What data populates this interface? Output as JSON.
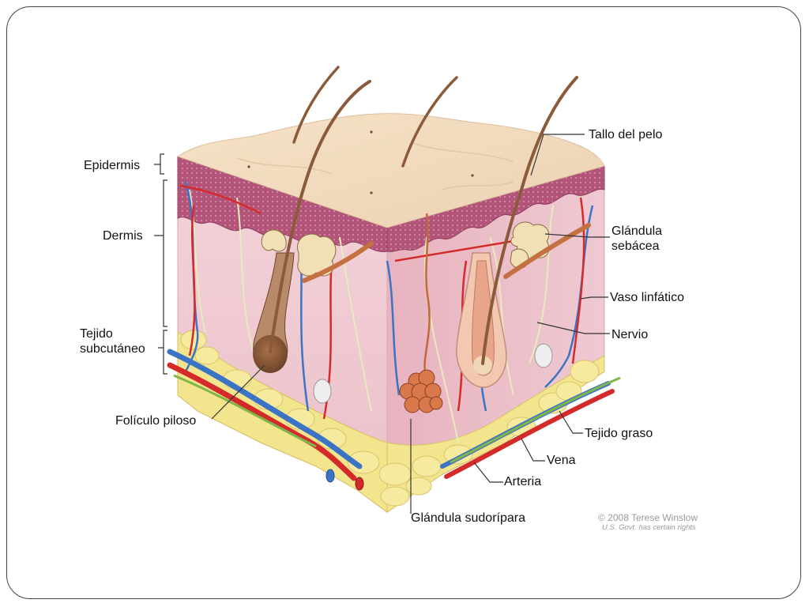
{
  "labels": {
    "epidermis": "Epidermis",
    "dermis": "Dermis",
    "tejido_sub_1": "Tejido",
    "tejido_sub_2": "subcutáneo",
    "foliculo": "Folículo piloso",
    "tallo": "Tallo del pelo",
    "glandula_seb_1": "Glándula",
    "glandula_seb_2": "sebácea",
    "vaso": "Vaso linfático",
    "nervio": "Nervio",
    "tejido_graso": "Tejido graso",
    "vena": "Vena",
    "arteria": "Arteria",
    "glandula_sud": "Glándula sudorípara"
  },
  "credit": {
    "line1": "© 2008 Terese Winslow",
    "line2": "U.S. Govt. has certain rights"
  },
  "colors": {
    "skin_top": "#f3dcc0",
    "epidermis": "#b5577a",
    "dermis_front": "#f1cdd3",
    "dermis_side": "#e6b1bd",
    "fat": "#f3e58e",
    "hair": "#8b5a3a",
    "artery": "#d42a2a",
    "vein": "#3b74c4",
    "nerve": "#e8ecc0",
    "lymph": "#7fb54a"
  }
}
